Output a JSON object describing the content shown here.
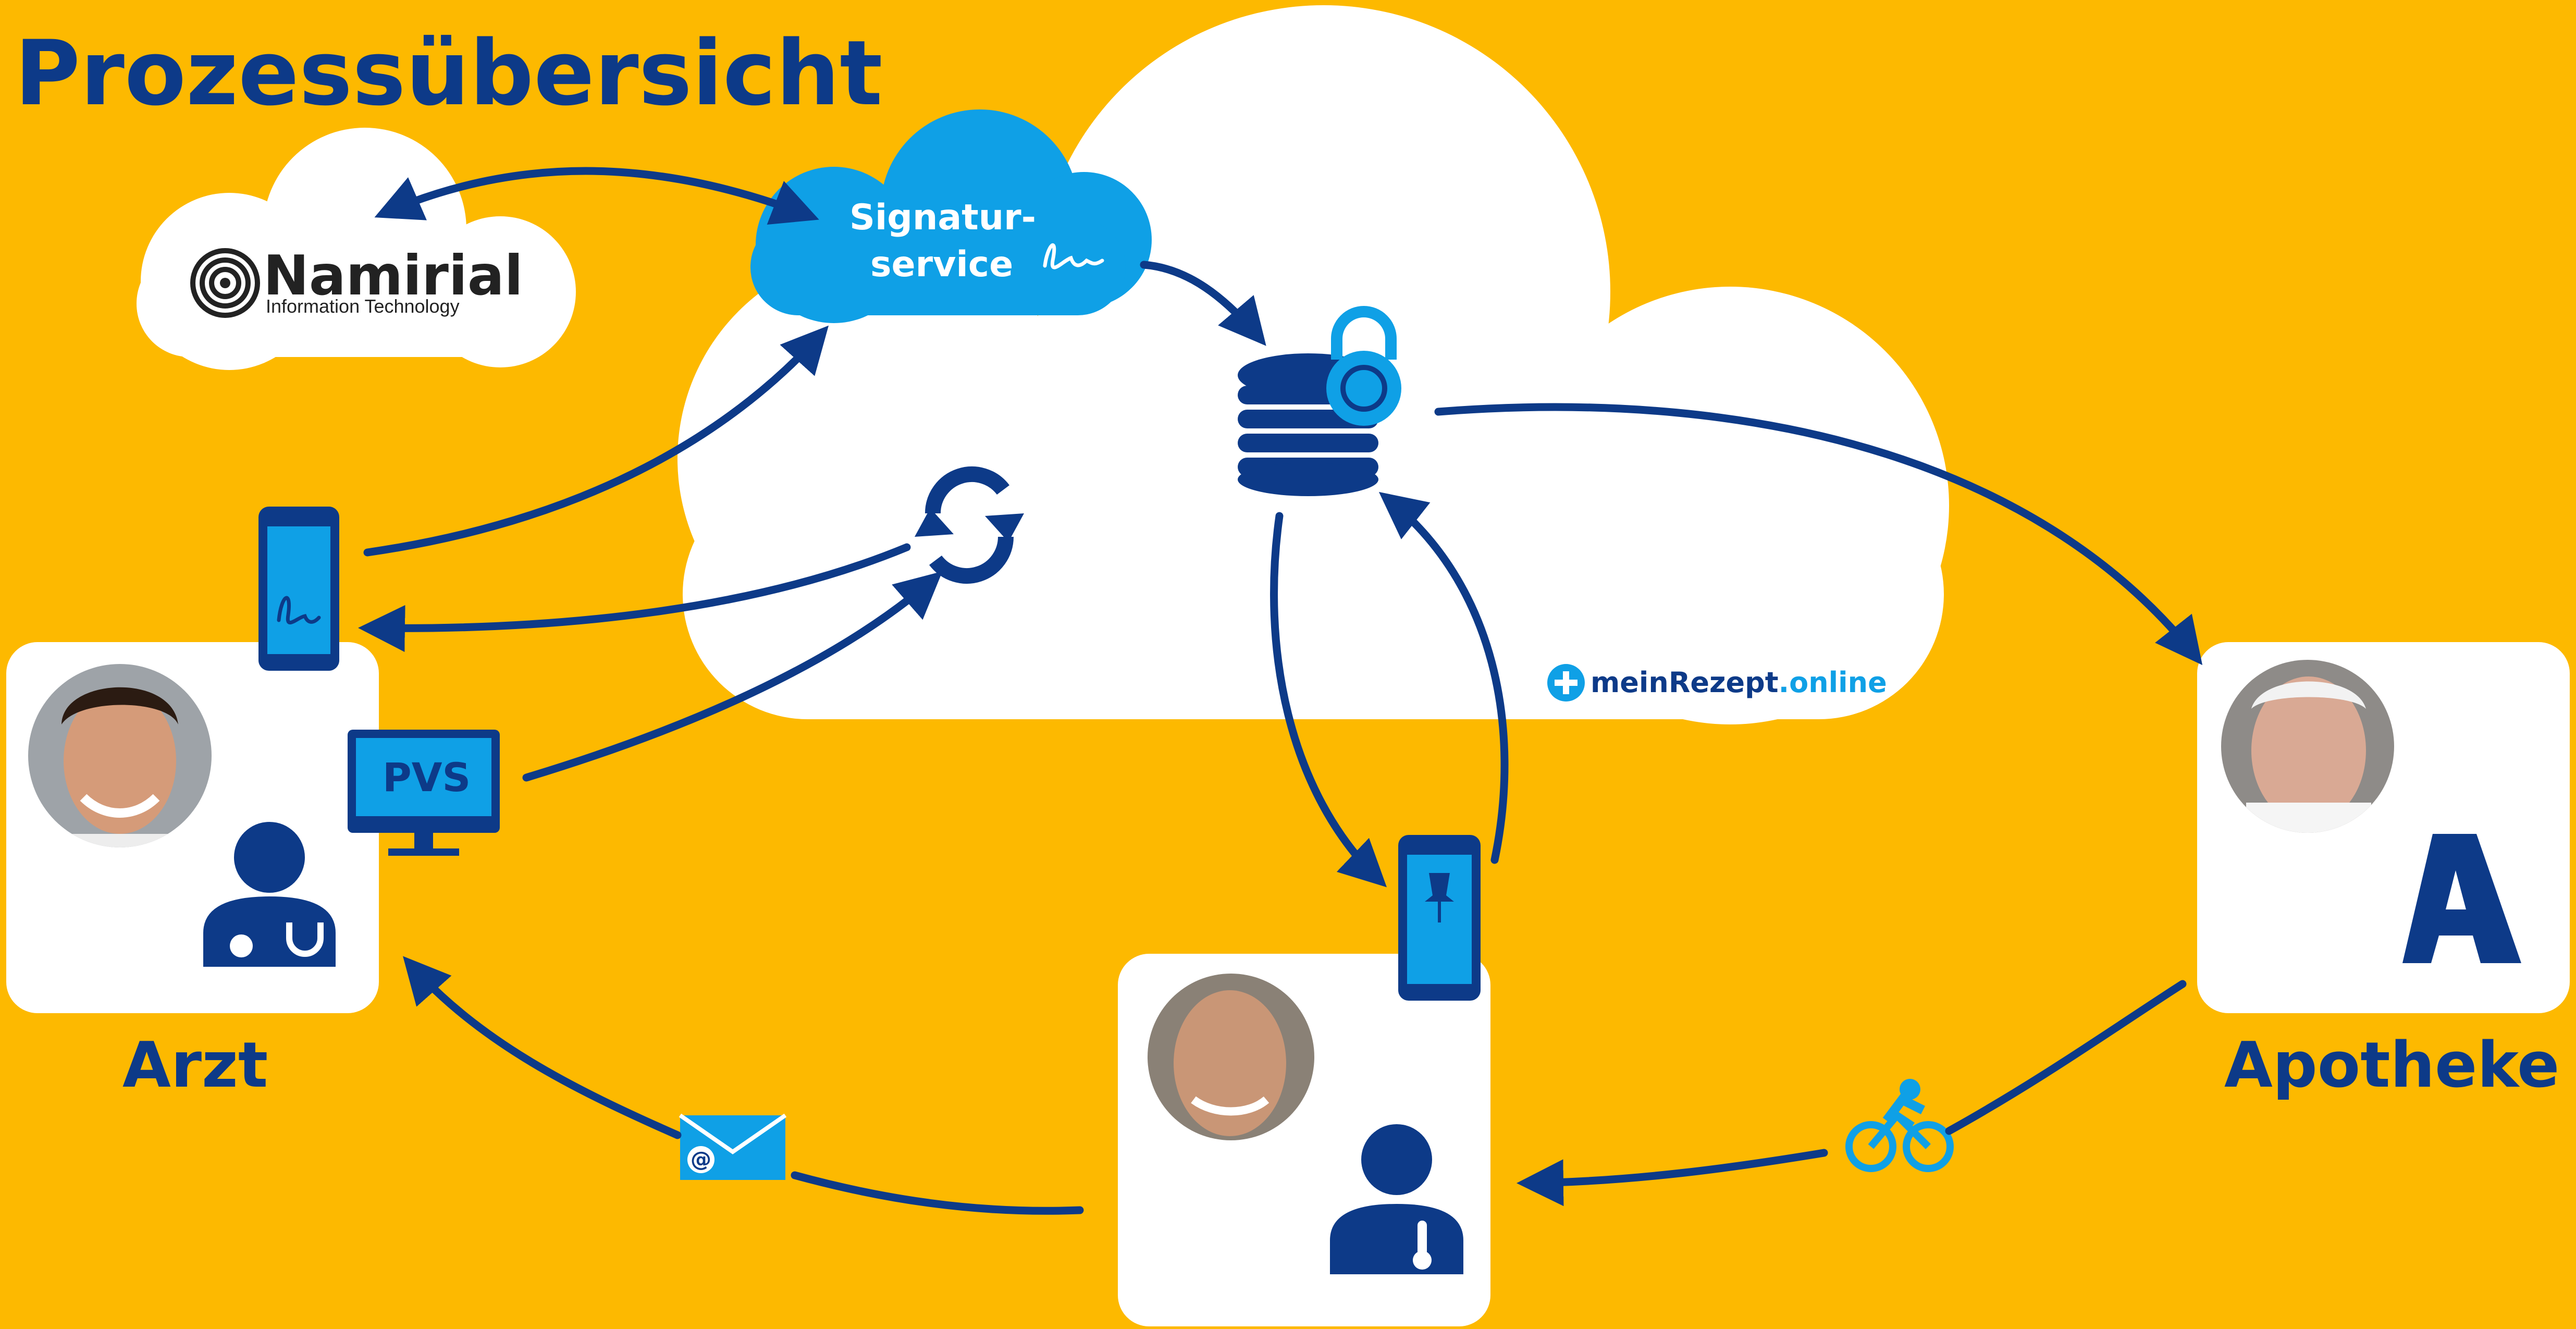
{
  "page": {
    "title": "Prozessübersicht"
  },
  "colors": {
    "background": "#FDB900",
    "navy": "#0D3A88",
    "sky": "#0FA0E6",
    "white": "#FFFFFF"
  },
  "provider_logo": {
    "name": "Namirial",
    "tagline": "Information Technology",
    "icon": "target-logo-icon"
  },
  "signature_service": {
    "line1": "Signatur-",
    "line2": "service",
    "icon": "signature-icon"
  },
  "platform_logo": {
    "brand_main": "meinRezept",
    "brand_tld": ".online",
    "icon": "plus-badge-icon"
  },
  "actors": {
    "doctor": {
      "label": "Arzt",
      "icons": [
        "doctor-photo",
        "doctor-stethoscope-icon"
      ]
    },
    "pharmacy": {
      "label": "Apotheke",
      "icons": [
        "pharmacist-photo",
        "pharmacy-a-icon"
      ]
    },
    "patient": {
      "label": "",
      "icons": [
        "patient-photo",
        "patient-thermometer-icon"
      ]
    }
  },
  "devices": {
    "doctor_phone": {
      "icon": "signature-phone-icon"
    },
    "pvs_monitor": {
      "label": "PVS",
      "icon": "monitor-icon"
    },
    "patient_phone": {
      "icon": "pin-phone-icon"
    }
  },
  "symbols": {
    "sync": "sync-arrows-icon",
    "database": "database-lock-icon",
    "email": "email-at-icon",
    "courier": "bicycle-courier-icon"
  }
}
